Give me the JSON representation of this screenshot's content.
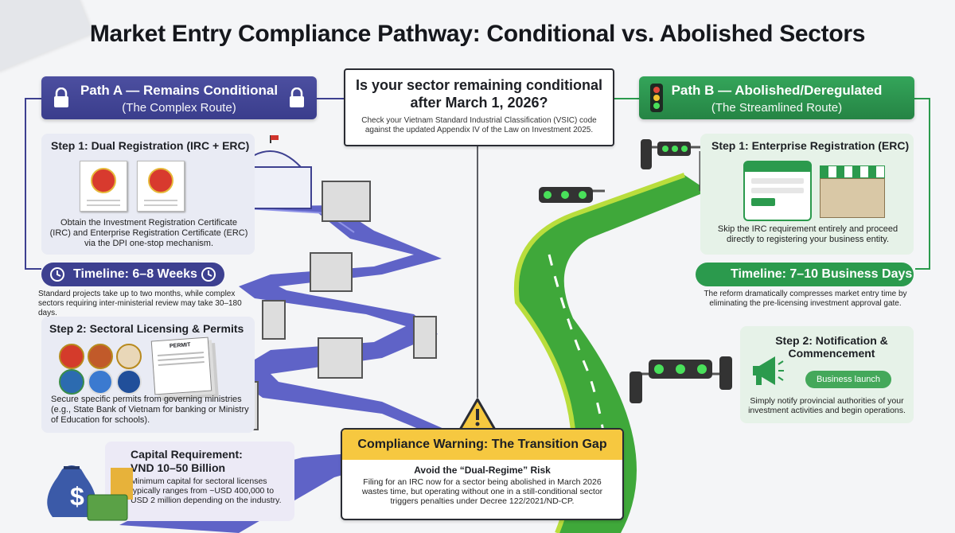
{
  "title": "Market Entry Compliance Pathway: Conditional vs. Abolished Sectors",
  "question": {
    "heading": "Is your sector remaining conditional after March 1, 2026?",
    "text": "Check your Vietnam Standard Industrial Classification (VSIC) code against the updated Appendix IV of the Law on Investment 2025."
  },
  "path_a": {
    "title": "Path A — Remains Conditional",
    "subtitle": "(The Complex Route)",
    "step1": {
      "title": "Step 1: Dual Registration (IRC + ERC)",
      "text": "Obtain the Investment Registration Certificate (IRC) and Enterprise Registration Certificate (ERC) via the DPI one-stop mechanism."
    },
    "timeline": {
      "label": "Timeline: 6–8 Weeks",
      "text": "Standard projects take up to two months, while complex sectors requiring inter-ministerial review may take 30–180 days."
    },
    "step2": {
      "title": "Step 2: Sectoral Licensing & Permits",
      "text": "Secure specific permits from governing ministries (e.g., State Bank of Vietnam for banking or Ministry of Education for schools).",
      "permit_label": "PERMIT"
    },
    "capital": {
      "title": "Capital Requirement:",
      "amount": "VND 10–50 Billion",
      "text": "Minimum capital for sectoral licenses typically ranges from ~USD 400,000 to USD 2 million depending on the industry."
    }
  },
  "path_b": {
    "title": "Path B — Abolished/Deregulated",
    "subtitle": "(The Streamlined Route)",
    "step1": {
      "title": "Step 1: Enterprise Registration (ERC)",
      "text": "Skip the IRC requirement entirely and proceed directly to registering your business entity."
    },
    "timeline": {
      "label": "Timeline: 7–10 Business Days",
      "text": "The reform dramatically compresses market entry time by eliminating the pre-licensing investment approval gate."
    },
    "step2": {
      "title": "Step 2: Notification & Commencement",
      "badge": "Business launch",
      "text": "Simply notify provincial authorities of your investment activities and begin operations."
    }
  },
  "warning": {
    "title": "Compliance Warning: The Transition Gap",
    "subtitle": "Avoid the “Dual-Regime” Risk",
    "text": "Filing for an IRC now for a sector being abolished in March 2026 wastes time, but operating without one in a still-conditional sector triggers penalties under Decree 122/2021/ND-CP."
  },
  "colors": {
    "path_a": "#3d4090",
    "path_b": "#2b9a4d",
    "warning": "#f6c840"
  }
}
